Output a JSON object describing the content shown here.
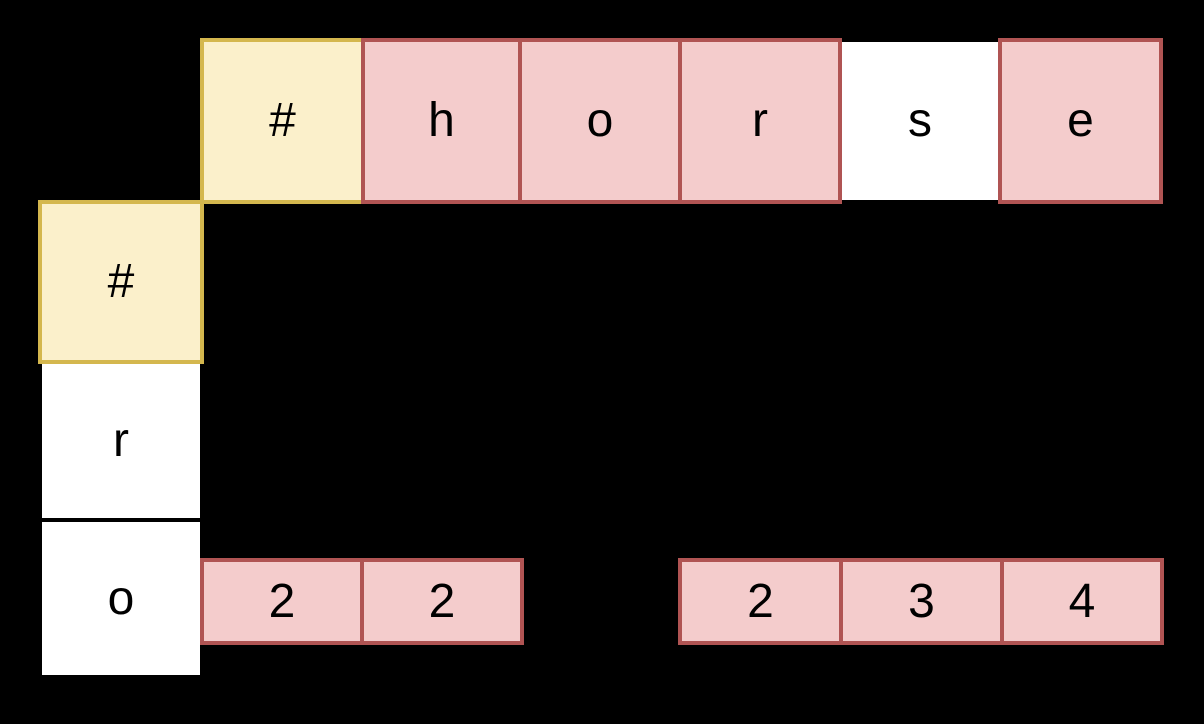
{
  "canvas": {
    "background": "#000000"
  },
  "palette": {
    "yellow_fill": "#FBF0CB",
    "yellow_border": "#D4B74E",
    "pink_fill": "#F4CCCC",
    "pink_border": "#B05453",
    "white_fill": "#FFFFFF",
    "text_color": "#000000"
  },
  "top_row": {
    "cells": [
      {
        "label": "#",
        "style": "yellow"
      },
      {
        "label": "h",
        "style": "pink"
      },
      {
        "label": "o",
        "style": "pink"
      },
      {
        "label": "r",
        "style": "pink"
      },
      {
        "label": "s",
        "style": "white"
      },
      {
        "label": "e",
        "style": "pink"
      }
    ]
  },
  "left_column": {
    "cells": [
      {
        "label": "#",
        "style": "yellow"
      },
      {
        "label": "r",
        "style": "white"
      },
      {
        "label": "o",
        "style": "white"
      }
    ]
  },
  "bottom_rows": [
    {
      "cells": [
        {
          "label": "2",
          "style": "pink"
        },
        {
          "label": "2",
          "style": "pink"
        }
      ]
    },
    {
      "cells": [
        {
          "label": "2",
          "style": "pink"
        },
        {
          "label": "3",
          "style": "pink"
        },
        {
          "label": "4",
          "style": "pink"
        }
      ]
    }
  ]
}
